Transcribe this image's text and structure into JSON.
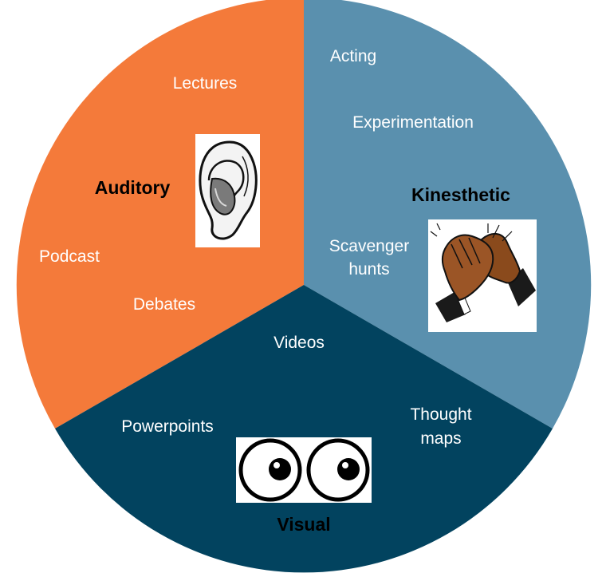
{
  "colors": {
    "auditory": "#f47a3a",
    "kinesthetic": "#5a90ae",
    "visual": "#02435f"
  },
  "sections": {
    "auditory": {
      "title": "Auditory",
      "items": [
        "Lectures",
        "Podcast",
        "Debates"
      ],
      "icon": "ear-icon"
    },
    "kinesthetic": {
      "title": "Kinesthetic",
      "items": [
        "Acting",
        "Experimentation",
        "Scavenger",
        "hunts"
      ],
      "icon": "clapping-hands-icon"
    },
    "visual": {
      "title": "Visual",
      "items": [
        "Videos",
        "Powerpoints",
        "Thought",
        "maps"
      ],
      "icon": "eyes-icon"
    }
  }
}
